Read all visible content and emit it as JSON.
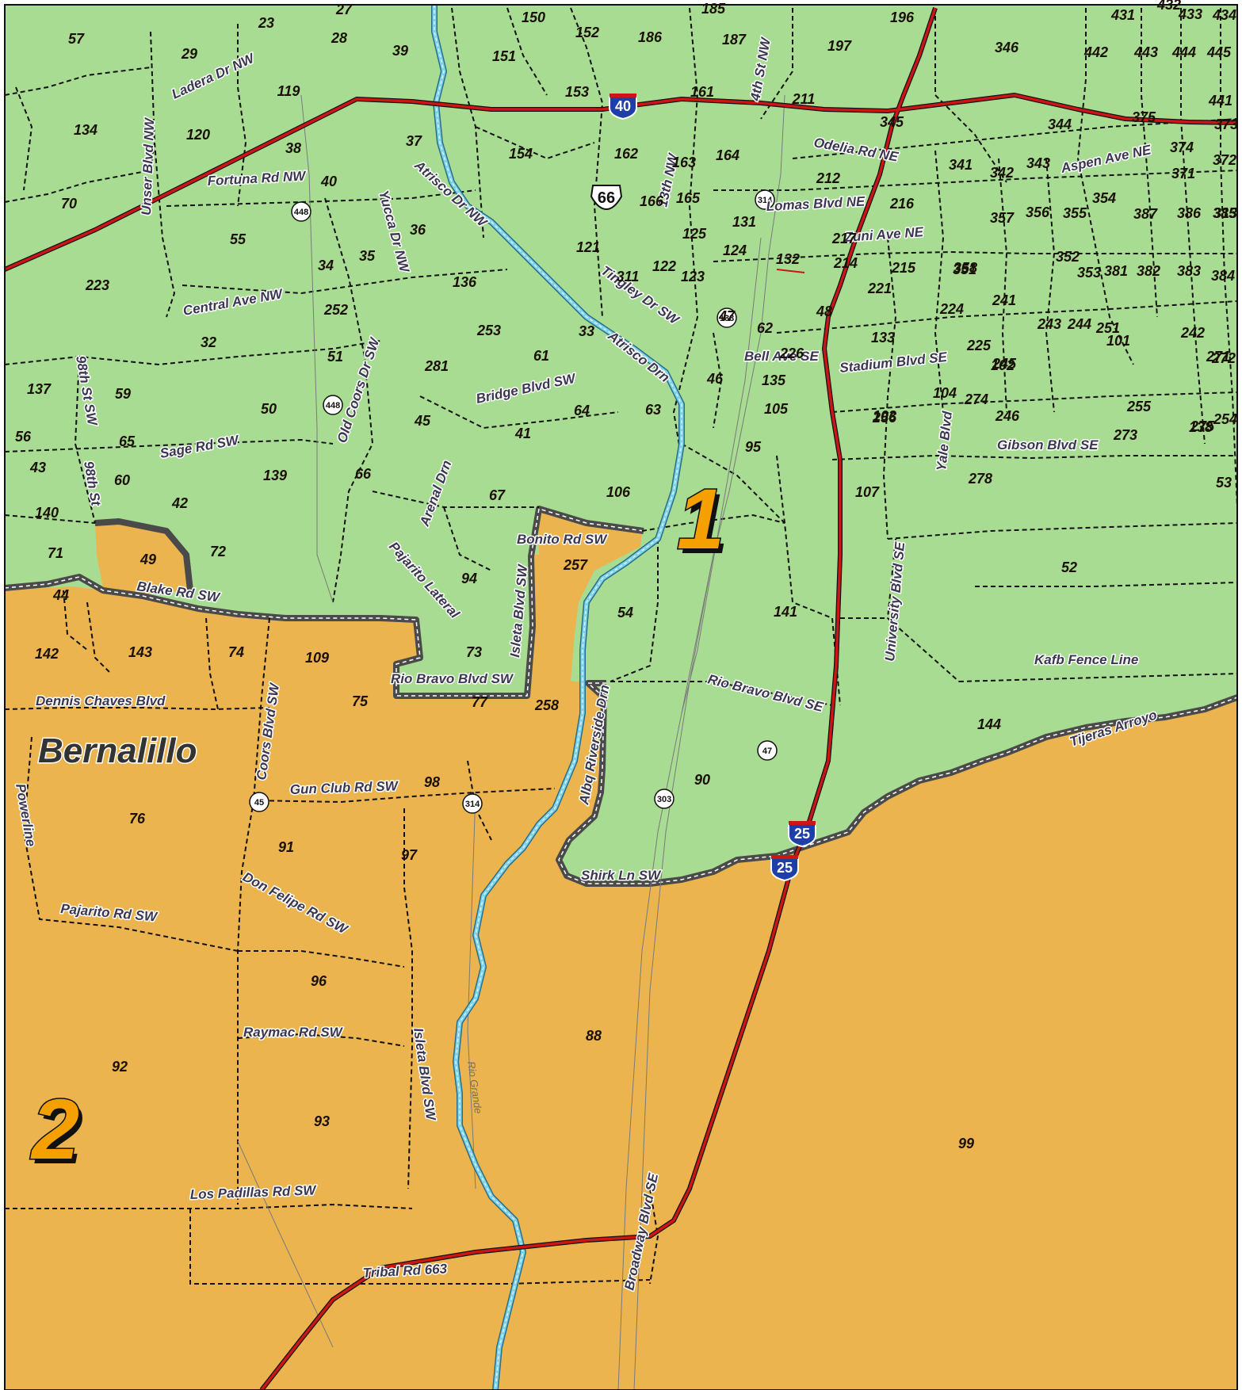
{
  "map": {
    "colors": {
      "zone1": "#a8dc92",
      "zone2": "#ecb44e",
      "border": "#4a4a4a",
      "interstate": "#cc1515",
      "river": "#7ed3e8",
      "outline": "#111111"
    },
    "zones": [
      {
        "id": "zone-1",
        "label": "1"
      },
      {
        "id": "zone-2",
        "label": "2"
      }
    ],
    "place_labels": [
      {
        "id": "bernalillo",
        "text": "Bernalillo"
      }
    ],
    "river_label": "Rio Grande",
    "interstate_shields": [
      "40",
      "25",
      "25"
    ],
    "us_shields": [
      "66"
    ],
    "state_shields": [
      "448",
      "448",
      "314",
      "314",
      "45",
      "47",
      "303",
      "133"
    ],
    "road_labels": [
      "Ladera Dr NW",
      "Unser Blvd NW",
      "Fortuna Rd NW",
      "Yucca Dr NW",
      "Atrisco Dr NW",
      "Central Ave NW",
      "Old Coors Dr SW",
      "Bridge Blvd SW",
      "Sage Rd SW",
      "98th St SW",
      "98th St",
      "Blake Rd SW",
      "Arenal Drn",
      "Isleta Blvd SW",
      "Bonito Rd SW",
      "Pajarito Lateral",
      "Rio Bravo Blvd SW",
      "Dennis Chaves Blvd",
      "Coors Blvd SW",
      "Gun Club Rd SW",
      "Powerline",
      "Pajarito Rd SW",
      "Don Felipe Rd SW",
      "Raymac Rd SW",
      "Isleta Blvd SW",
      "Los Padillas Rd SW",
      "Tribal Rd 663",
      "Broadway Blvd SE",
      "Albq Riverside Drn",
      "Shirk Ln SW",
      "Rio Bravo Blvd SE",
      "Tingley Dr SW",
      "Atrisco Drn",
      "13th NW",
      "4th St NW",
      "Odelia Rd NE",
      "Lomas Blvd NE",
      "Aspen Ave NE",
      "Zuni Ave NE",
      "Bell Ave SE",
      "Stadium Blvd SE",
      "Gibson Blvd SE",
      "Yale Blvd",
      "University Blvd SE",
      "Kafb Fence Line",
      "Tijeras Arroyo"
    ],
    "district_numbers": [
      "27",
      "185",
      "196",
      "431",
      "432",
      "433",
      "434",
      "57",
      "23",
      "28",
      "39",
      "150",
      "152",
      "186",
      "187",
      "197",
      "346",
      "442",
      "443",
      "444",
      "445",
      "29",
      "151",
      "119",
      "153",
      "161",
      "211",
      "441",
      "134",
      "120",
      "375",
      "373",
      "345",
      "344",
      "37",
      "154",
      "162",
      "163",
      "164",
      "341",
      "374",
      "372",
      "38",
      "212",
      "342",
      "343",
      "371",
      "70",
      "40",
      "166",
      "165",
      "216",
      "357",
      "356",
      "355",
      "354",
      "387",
      "386",
      "385",
      "313",
      "36",
      "125",
      "131",
      "217",
      "55",
      "35",
      "34",
      "121",
      "214",
      "215",
      "358",
      "351",
      "352",
      "353",
      "381",
      "382",
      "383",
      "384",
      "311",
      "122",
      "123",
      "124",
      "132",
      "221",
      "223",
      "136",
      "48",
      "224",
      "241",
      "243",
      "244",
      "251",
      "252",
      "253",
      "33",
      "47",
      "62",
      "133",
      "225",
      "101",
      "242",
      "32",
      "51",
      "61",
      "226",
      "245",
      "271",
      "281",
      "46",
      "135",
      "104",
      "102",
      "272",
      "137",
      "59",
      "50",
      "63",
      "105",
      "103",
      "246",
      "256",
      "255",
      "254",
      "274",
      "275",
      "56",
      "45",
      "64",
      "95",
      "273",
      "138",
      "65",
      "41",
      "43",
      "139",
      "66",
      "67",
      "106",
      "107",
      "278",
      "53",
      "60",
      "42",
      "140",
      "49",
      "72",
      "257",
      "52",
      "71",
      "94",
      "141",
      "44",
      "109",
      "54",
      "142",
      "143",
      "74",
      "73",
      "75",
      "77",
      "258",
      "144",
      "76",
      "98",
      "90",
      "91",
      "97",
      "96",
      "88",
      "92",
      "93",
      "99"
    ]
  }
}
